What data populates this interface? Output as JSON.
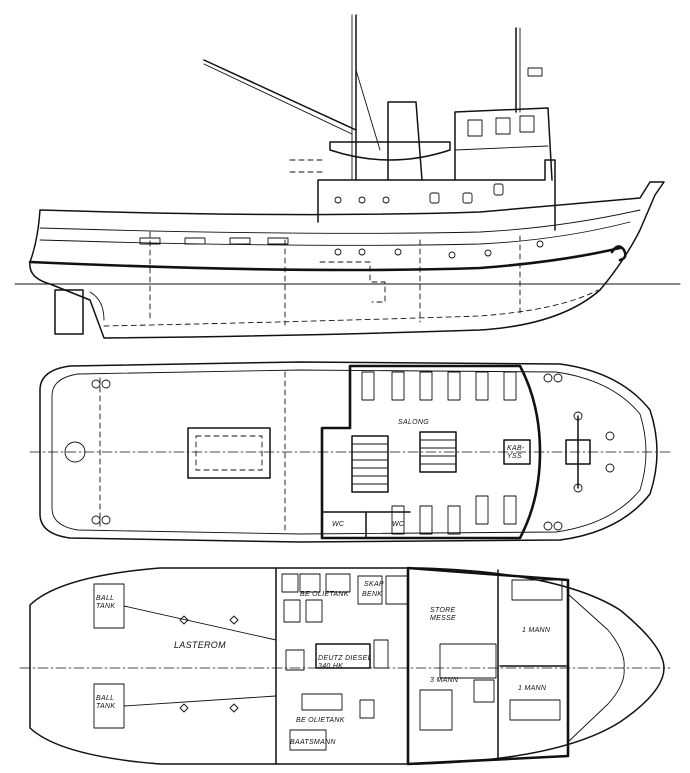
{
  "labels": {
    "salong": "SALONG",
    "kabyss": "KAB-\nYSS",
    "wc_left": "WC",
    "wc_right": "WC",
    "ball_tank_1": "BALL\nTANK",
    "ball_tank_2": "BALL\nTANK",
    "lasterom": "LASTEROM",
    "deutz_diesel": "DEUTZ DIESEL\n340 HK",
    "be_olietank_1": "BE OLIETANK",
    "be_olietank_2": "BE OLIETANK",
    "baatsmann": "BAATSMANN",
    "store_messe": "STORE\nMESSE",
    "room_1mann_a": "1 MANN",
    "room_1mann_b": "1 MANN",
    "room_3mann": "3 MANN",
    "skap": "SKAP",
    "benk": "BENK"
  },
  "colors": {
    "ink": "#111111",
    "paper": "#ffffff"
  }
}
